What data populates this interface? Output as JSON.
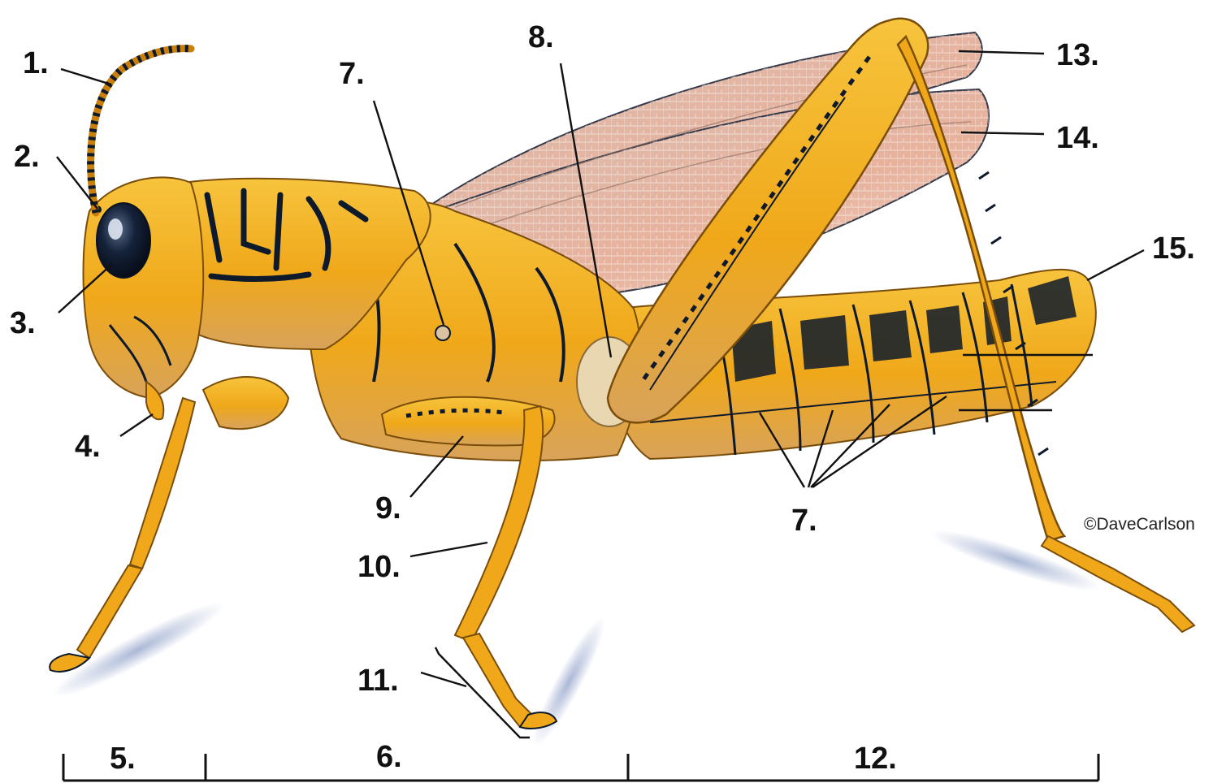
{
  "labels": {
    "l1": "1.",
    "l2": "2.",
    "l3": "3.",
    "l4": "4.",
    "l5": "5.",
    "l6": "6.",
    "l7a": "7.",
    "l7b": "7.",
    "l8": "8.",
    "l9": "9.",
    "l10": "10.",
    "l11": "11.",
    "l12": "12.",
    "l13": "13.",
    "l14": "14.",
    "l15": "15."
  },
  "credit": "©DaveCarlson",
  "colors": {
    "body": "#f0a81a",
    "body_light": "#f7c43d",
    "body_dark": "#c97f0c",
    "markings": "#0e1a2b",
    "wing": "#e7b7a2",
    "wing_vein": "#f6ece6",
    "shadow": "#8fa0c8"
  }
}
